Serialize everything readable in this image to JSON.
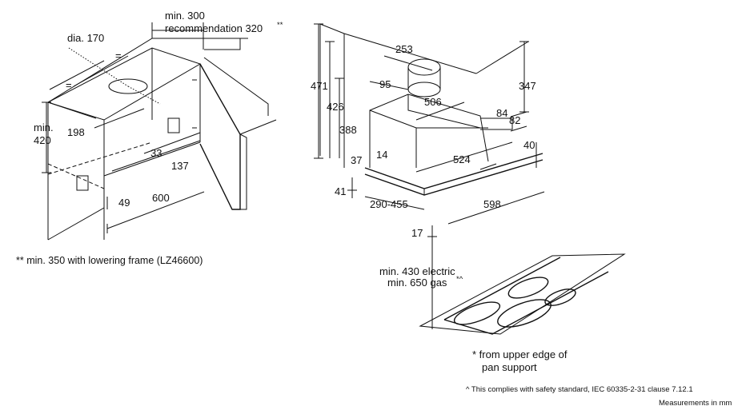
{
  "left_view": {
    "dia_label": "dia. 170",
    "min_300": "min. 300",
    "recommendation_320": "recommendation 320",
    "double_star": "**",
    "equal_1": "=",
    "equal_2": "=",
    "min_label": "min.",
    "v420": "420",
    "v198": "198",
    "v33": "33",
    "v137": "137",
    "v600": "600",
    "v49": "49"
  },
  "right_view": {
    "v253": "253",
    "v471": "471",
    "v95": "95",
    "v506": "506",
    "v347": "347",
    "v426": "426",
    "v84": "84",
    "v388": "388",
    "v82": "82",
    "v40": "40",
    "v524": "524",
    "v14": "14",
    "v37": "37",
    "v41": "41",
    "v290_455": "290-455",
    "v598": "598",
    "v17": "17",
    "min_430": "min. 430 electric",
    "min_650": "min. 650 gas",
    "star_caret": "*^"
  },
  "notes": {
    "lowering_frame": "** min. 350 with lowering frame (LZ46600)",
    "pan_1": "* from upper edge of",
    "pan_2": "pan support",
    "safety": "^ This complies with safety standard, IEC 60335-2-31 clause 7.12.1",
    "measurements": "Measurements in mm"
  }
}
